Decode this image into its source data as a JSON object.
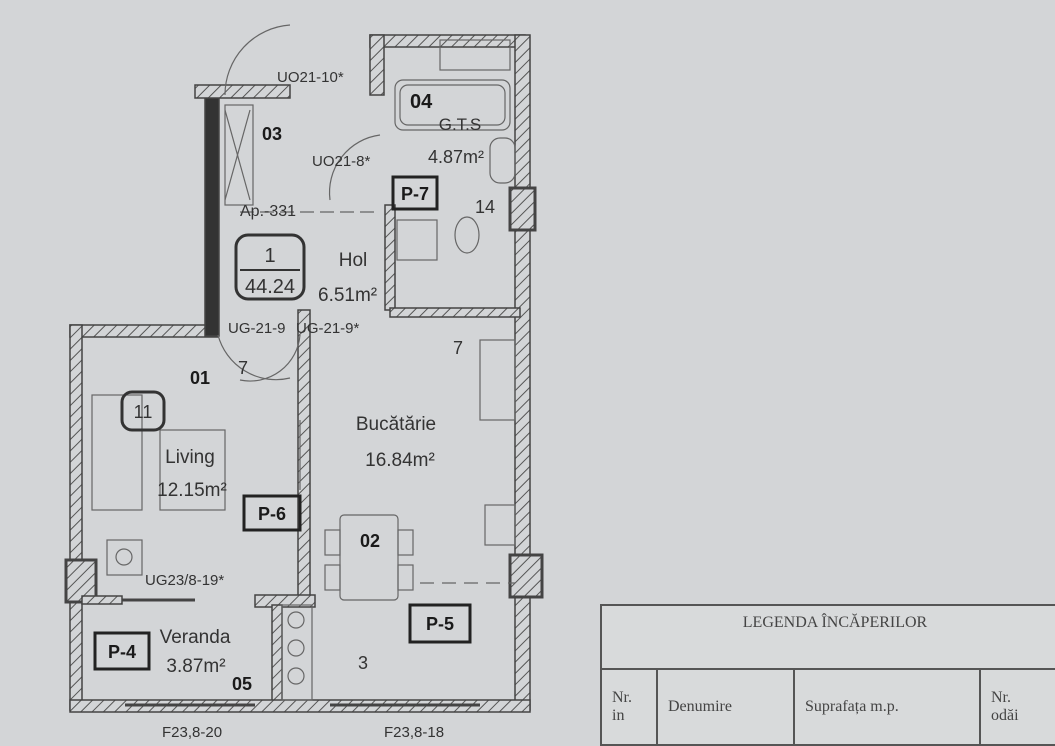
{
  "plan": {
    "apartment": {
      "number": "1",
      "area": "44.24",
      "code": "Ap.-331"
    },
    "rooms": [
      {
        "id": "01",
        "name": "Living",
        "area": "12.15m²",
        "occupants_mark": "11"
      },
      {
        "id": "02",
        "name": "Bucătărie",
        "area": "16.84m²"
      },
      {
        "id": "03",
        "name": "Hol",
        "area": "6.51m²"
      },
      {
        "id": "04",
        "name": "G.T.S",
        "area": "4.87m²"
      },
      {
        "id": "05",
        "name": "Veranda",
        "area": "3.87m²"
      }
    ],
    "panels": [
      "P-4",
      "P-5",
      "P-6",
      "P-7"
    ],
    "doors": [
      "UO21-10*",
      "UO21-8*",
      "UG-21-9",
      "UG-21-9*",
      "UG23/8-19*"
    ],
    "windows": [
      "F23,8-20",
      "F23,8-18"
    ],
    "marks": [
      "14",
      "7",
      "7",
      "3"
    ]
  },
  "legend": {
    "title": "LEGENDA ÎNCĂPERILOR",
    "columns": [
      "Nr.\nin",
      "Denumire",
      "Suprafața m.p.",
      "Nr.\nodăi"
    ]
  },
  "colors": {
    "paper": "#d3d5d7",
    "ink": "#333333",
    "wall_hatch": "#555555"
  }
}
